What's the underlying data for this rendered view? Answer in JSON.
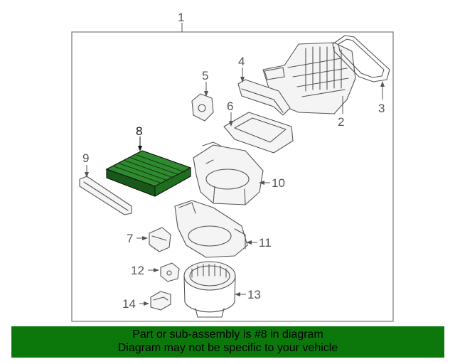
{
  "callouts": {
    "c1": "1",
    "c2": "2",
    "c3": "3",
    "c4": "4",
    "c5": "5",
    "c6": "6",
    "c7": "7",
    "c8": "8",
    "c9": "9",
    "c10": "10",
    "c11": "11",
    "c12": "12",
    "c13": "13",
    "c14": "14"
  },
  "highlight_part": "8",
  "colors": {
    "banner": "#0c780c",
    "filter_fill": "#1f6e1f",
    "line": "#555555"
  },
  "banner": {
    "line1": "Part or sub-assembly is #8 in diagram",
    "line2": "Diagram may not be specific to your vehicle"
  }
}
